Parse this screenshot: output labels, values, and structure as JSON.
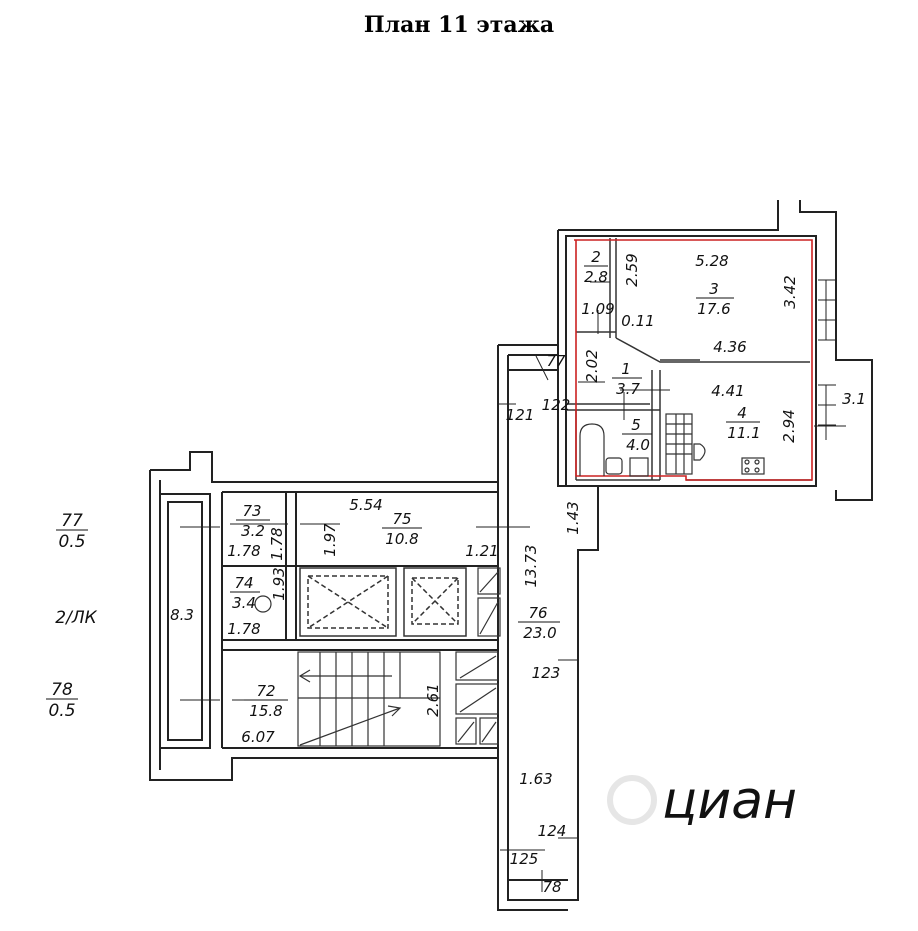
{
  "title": "План 11 этажа",
  "accent_color": "#cc2222",
  "rooms": [
    {
      "id": "room-2",
      "num": "2",
      "area": "2.8"
    },
    {
      "id": "room-3",
      "num": "3",
      "area": "17.6"
    },
    {
      "id": "room-1",
      "num": "1",
      "area": "3.7"
    },
    {
      "id": "room-5",
      "num": "5",
      "area": "4.0"
    },
    {
      "id": "room-4",
      "num": "4",
      "area": "11.1"
    },
    {
      "id": "room-73",
      "num": "73",
      "area": "3.2"
    },
    {
      "id": "room-75",
      "num": "75",
      "area": "10.8"
    },
    {
      "id": "room-74",
      "num": "74",
      "area": "3.4"
    },
    {
      "id": "room-72",
      "num": "72",
      "area": "15.8"
    },
    {
      "id": "room-76",
      "num": "76",
      "area": "23.0"
    },
    {
      "id": "room-77",
      "num": "77",
      "area": "0.5"
    },
    {
      "id": "room-78",
      "num": "78",
      "area": "0.5"
    }
  ],
  "dimensions": [
    "5.28",
    "3.42",
    "2.59",
    "1.09",
    "0.11",
    "4.36",
    "2.02",
    "4.41",
    "2.94",
    "3.1",
    "1.43",
    "5.54",
    "1.97",
    "1.78",
    "1.78",
    "1.21",
    "1.93",
    "1.78",
    "13.73",
    "8.3",
    "2.61",
    "6.07",
    "1.63"
  ],
  "markers": [
    "77",
    "122",
    "121",
    "123",
    "124",
    "125",
    "78"
  ],
  "side_label": "2/ЛК",
  "watermark": "циан"
}
